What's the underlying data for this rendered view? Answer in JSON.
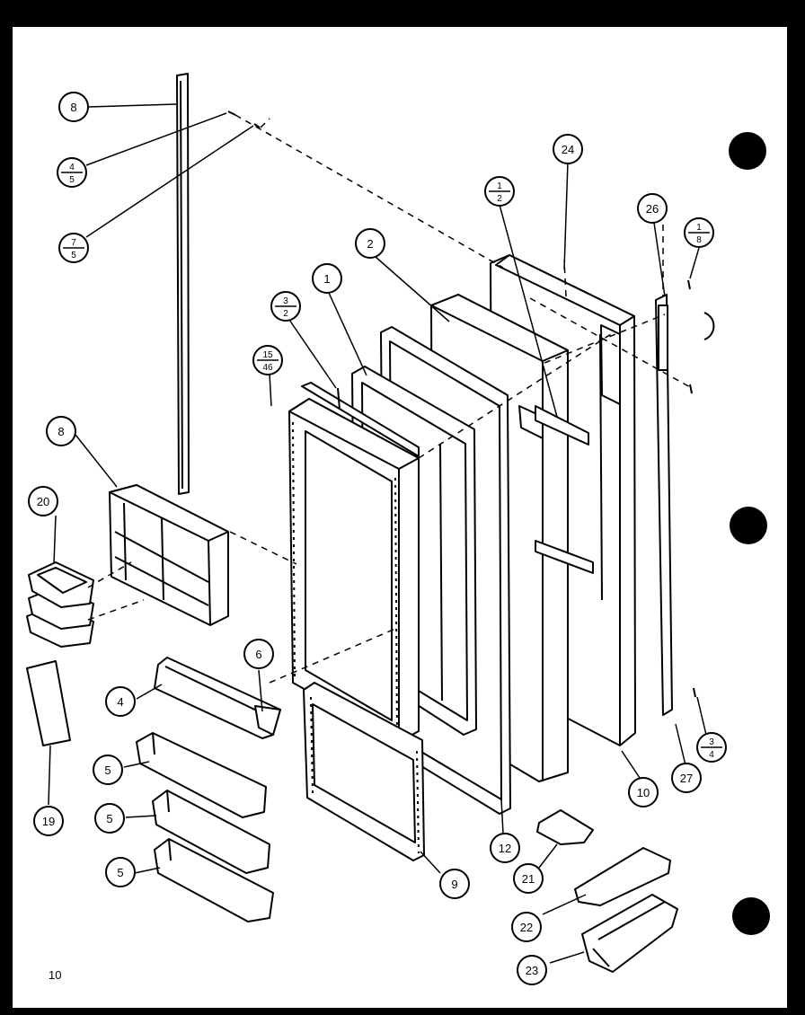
{
  "page_number": "10",
  "callouts": [
    {
      "id": "c8a",
      "text": "8"
    },
    {
      "id": "c8b",
      "text": "8"
    },
    {
      "id": "c20",
      "text": "20"
    },
    {
      "id": "c19",
      "text": "19"
    },
    {
      "id": "c4",
      "text": "4"
    },
    {
      "id": "c6",
      "text": "6"
    },
    {
      "id": "c5a",
      "text": "5"
    },
    {
      "id": "c5b",
      "text": "5"
    },
    {
      "id": "c5c",
      "text": "5"
    },
    {
      "id": "c1",
      "text": "1"
    },
    {
      "id": "c2",
      "text": "2"
    },
    {
      "id": "c24",
      "text": "24"
    },
    {
      "id": "c26",
      "text": "26"
    },
    {
      "id": "c9",
      "text": "9"
    },
    {
      "id": "c12",
      "text": "12"
    },
    {
      "id": "c10",
      "text": "10"
    },
    {
      "id": "c27",
      "text": "27"
    },
    {
      "id": "c21",
      "text": "21"
    },
    {
      "id": "c22",
      "text": "22"
    },
    {
      "id": "c23",
      "text": "23"
    }
  ],
  "fraction_callouts": [
    {
      "id": "f45",
      "top": "4",
      "bottom": "5"
    },
    {
      "id": "f75",
      "top": "7",
      "bottom": "5"
    },
    {
      "id": "f12",
      "top": "1",
      "bottom": "2"
    },
    {
      "id": "f32",
      "top": "3",
      "bottom": "2"
    },
    {
      "id": "f1546",
      "top": "15",
      "bottom": "46"
    },
    {
      "id": "f18",
      "top": "1",
      "bottom": "8"
    },
    {
      "id": "f34",
      "top": "3",
      "bottom": "4"
    }
  ]
}
